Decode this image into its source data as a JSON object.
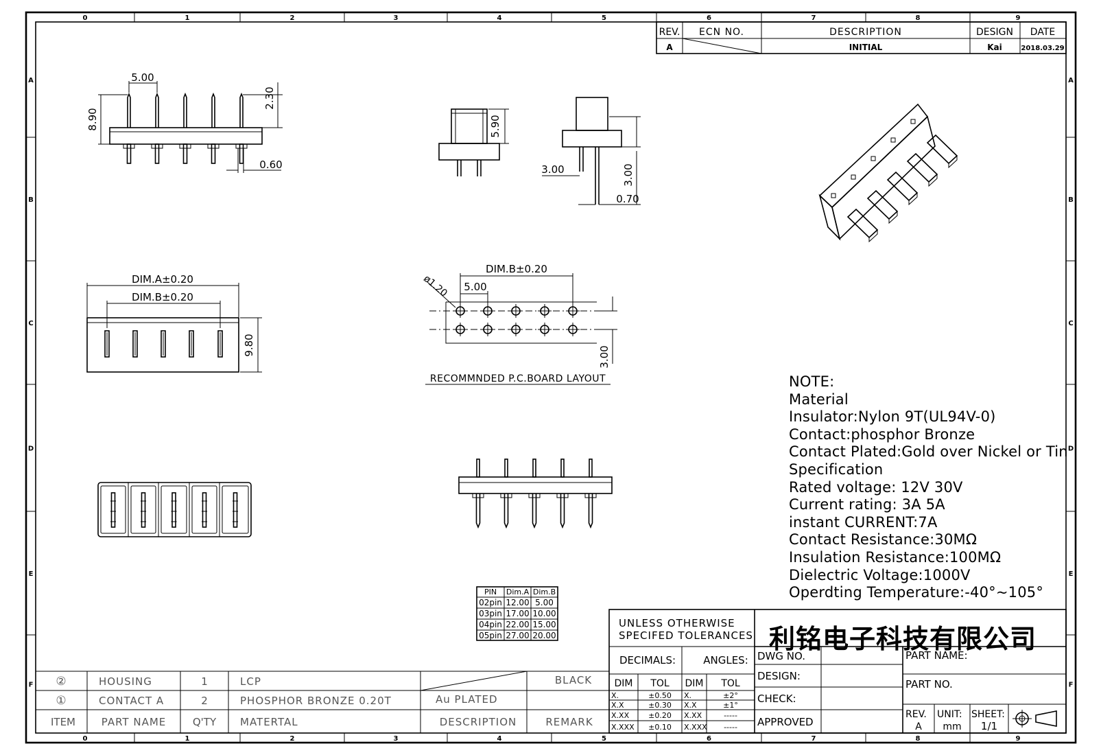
{
  "drawing": {
    "zone_columns": [
      "0",
      "1",
      "2",
      "3",
      "4",
      "5",
      "6",
      "7",
      "8",
      "9"
    ],
    "zone_rows": [
      "A",
      "B",
      "C",
      "D",
      "E",
      "F"
    ]
  },
  "revision_block": {
    "headers": {
      "rev": "REV.",
      "ecn": "ECN NO.",
      "description": "DESCRIPTION",
      "design": "DESIGN",
      "date": "DATE"
    },
    "row": {
      "rev": "A",
      "ecn": "",
      "description": "INITIAL",
      "design": "Kai",
      "date": "2018.03.29"
    }
  },
  "dimensions": {
    "top_pitch": "5.00",
    "top_height": "8.90",
    "top_pin_above": "2.30",
    "top_pin_width": "0.60",
    "side1_height": "5.90",
    "side2_left": "3.00",
    "side2_height": "3.00",
    "side2_pin": "0.70",
    "bottom_dim_a": "DIM.A±0.20",
    "bottom_dim_b": "DIM.B±0.20",
    "bottom_depth": "9.80",
    "pcb_dim_b": "DIM.B±0.20",
    "pcb_pitch": "5.00",
    "pcb_hole": "ø1.20",
    "pcb_row_gap": "3.00"
  },
  "pcb_layout_label": "RECOMMNDED P.C.BOARD LAYOUT",
  "pin_table": {
    "headers": [
      "PIN",
      "Dim.A",
      "Dim.B"
    ],
    "rows": [
      [
        "02pin",
        "12.00",
        "5.00"
      ],
      [
        "03pin",
        "17.00",
        "10.00"
      ],
      [
        "04pin",
        "22.00",
        "15.00"
      ],
      [
        "05pin",
        "27.00",
        "20.00"
      ]
    ]
  },
  "notes": [
    "NOTE:",
    "Material",
    "Insulator:Nylon 9T(UL94V-0)",
    "Contact:phosphor Bronze",
    "Contact Plated:Gold over Nickel or Tin",
    "Specification",
    "Rated voltage: 12V 30V",
    " Current rating: 3A  5A",
    "instant CURRENT:7A",
    "Contact Resistance:30MΩ",
    "Insulation Resistance:100MΩ",
    "Dielectric Voltage:1000V",
    "Operdting Temperature:-40°~105°"
  ],
  "bom": {
    "rows": [
      {
        "item": "②",
        "part": "HOUSING",
        "qty": "1",
        "material": "LCP",
        "description": "",
        "remark": "BLACK"
      },
      {
        "item": "①",
        "part": "CONTACT A",
        "qty": "2",
        "material": "PHOSPHOR BRONZE 0.20T",
        "description": "Au PLATED",
        "remark": ""
      }
    ],
    "headers": {
      "item": "ITEM",
      "part": "PART NAME",
      "qty": "Q'TY",
      "material": "MATERTAL",
      "description": "DESCRIPTION",
      "remark": "REMARK"
    }
  },
  "title_block": {
    "tolerance_title": "UNLESS OTHERWISE SPECIFED TOLERANCES",
    "tolerance_line1": "UNLESS OTHERWISE",
    "tolerance_line2": "SPECIFED TOLERANCES",
    "decimals_label": "DECIMALS:",
    "angles_label": "ANGLES:",
    "dim_label": "DIM",
    "tol_label": "TOL",
    "decimals": [
      [
        "X.",
        "±0.50"
      ],
      [
        "X.X",
        "±0.30"
      ],
      [
        "X.XX",
        "±0.20"
      ],
      [
        "X.XXX",
        "±0.10"
      ]
    ],
    "angles": [
      [
        "X.",
        "±2°"
      ],
      [
        "X.X",
        "±1°"
      ],
      [
        "X.XX",
        "-----"
      ],
      [
        "X.XXX",
        "-----"
      ]
    ],
    "company": "利铭电子科技有限公司",
    "dwg_no": "DWG NO.",
    "design": "DESIGN:",
    "check": "CHECK:",
    "approved": "APPROVED",
    "part_name": "PART NAME:",
    "part_no": "PART NO.",
    "rev_label": "REV.",
    "rev_value": "A",
    "unit_label": "UNIT:",
    "unit_value": "mm",
    "sheet_label": "SHEET:",
    "sheet_value": "1/1"
  }
}
